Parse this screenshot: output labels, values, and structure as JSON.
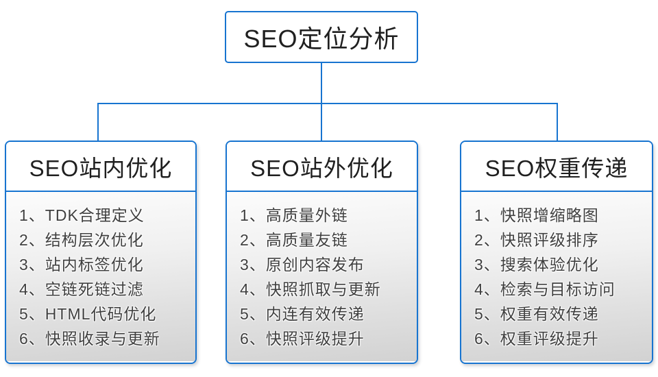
{
  "colors": {
    "accent": "#1774d0",
    "title_text": "#1f1f1f",
    "item_text": "#3f3f3f",
    "body_gradient_top": "#fcfcfc",
    "body_gradient_bottom": "#d2d2d2"
  },
  "root": {
    "title": "SEO定位分析"
  },
  "branches": [
    {
      "title": "SEO站内优化",
      "items": [
        "1、TDK合理定义",
        "2、结构层次优化",
        "3、站内标签优化",
        "4、空链死链过滤",
        "5、HTML代码优化",
        "6、快照收录与更新"
      ]
    },
    {
      "title": "SEO站外优化",
      "items": [
        "1、高质量外链",
        "2、高质量友链",
        "3、原创内容发布",
        "4、快照抓取与更新",
        "5、内连有效传递",
        "6、快照评级提升"
      ]
    },
    {
      "title": "SEO权重传递",
      "items": [
        "1、快照增缩略图",
        "2、快照评级排序",
        "3、搜索体验优化",
        "4、检索与目标访问",
        "5、权重有效传递",
        "6、权重评级提升"
      ]
    }
  ]
}
